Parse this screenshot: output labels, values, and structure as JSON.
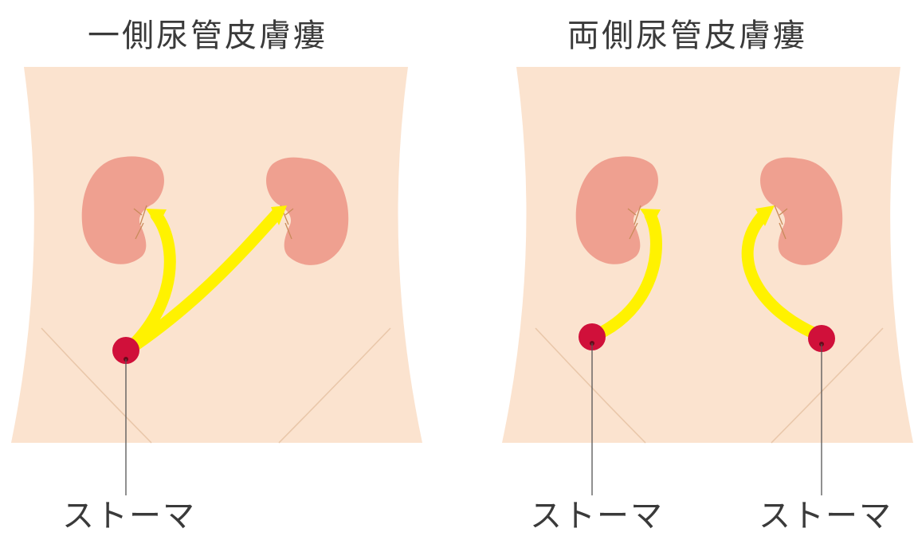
{
  "left_panel": {
    "title": "一側尿管皮膚瘻",
    "stoma_label": "ストーマ"
  },
  "right_panel": {
    "title": "両側尿管皮膚瘻",
    "stoma_label_left": "ストーマ",
    "stoma_label_right": "ストーマ"
  },
  "colors": {
    "skin": "#fbe3cf",
    "kidney": "#efa090",
    "ureter": "#fff200",
    "stoma": "#d0103a"
  }
}
